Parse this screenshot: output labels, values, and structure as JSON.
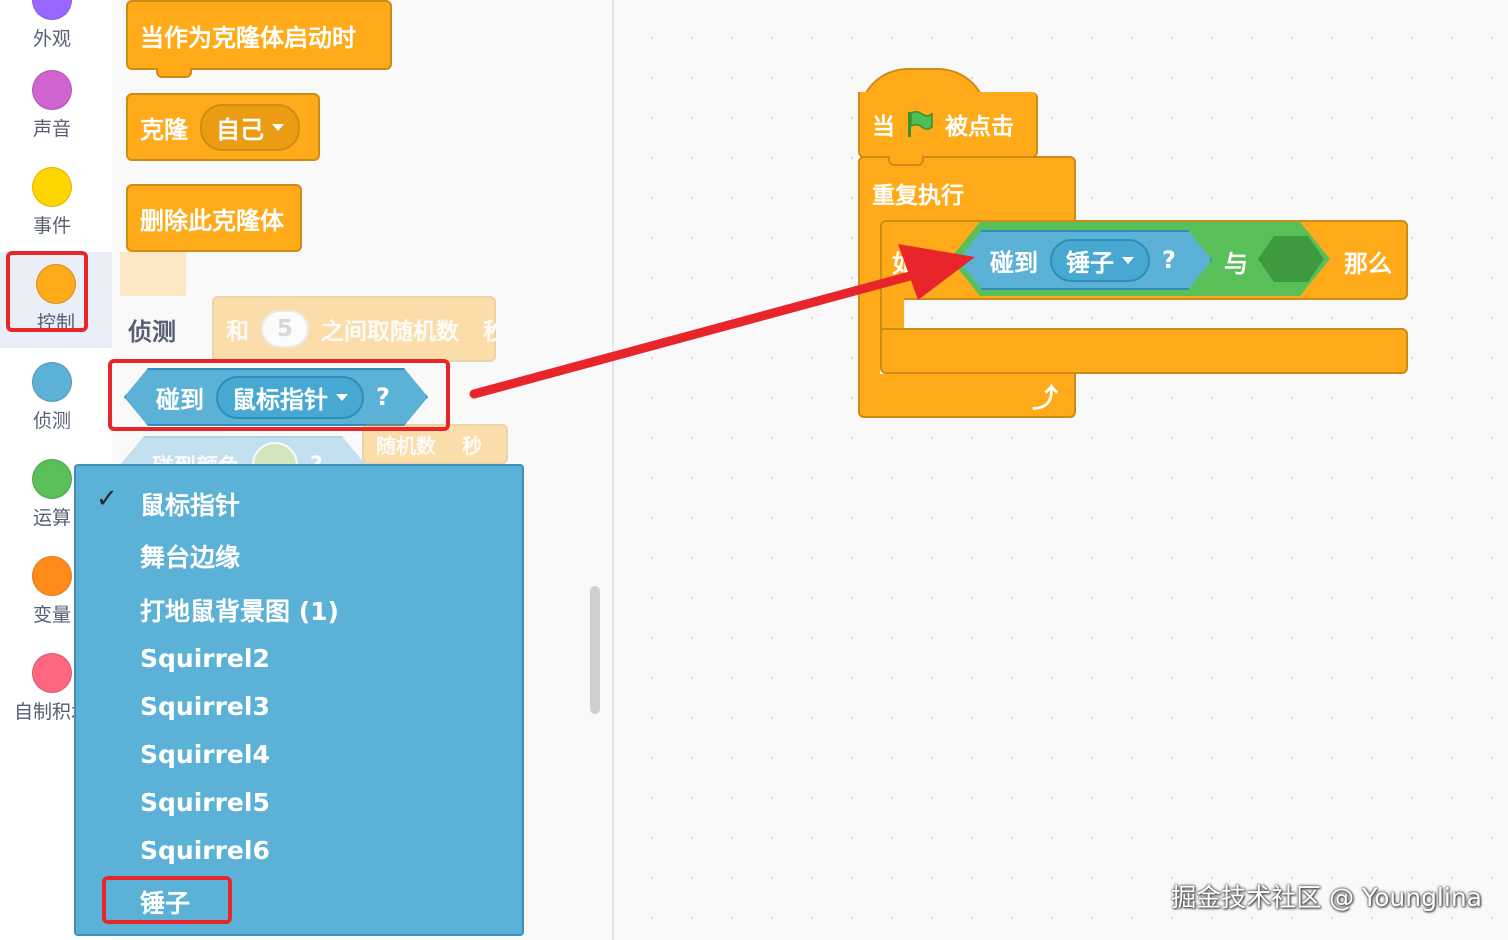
{
  "sidebar": {
    "categories": [
      {
        "label": "外观",
        "color": "#9966ff"
      },
      {
        "label": "声音",
        "color": "#cf63cf"
      },
      {
        "label": "事件",
        "color": "#ffd500"
      },
      {
        "label": "控制",
        "color": "#ffab19"
      },
      {
        "label": "侦测",
        "color": "#5cb1d6"
      },
      {
        "label": "运算",
        "color": "#59c059"
      },
      {
        "label": "变量",
        "color": "#ff8c1a"
      },
      {
        "label": "自制积木",
        "color": "#ff6680"
      }
    ],
    "selected": "控制"
  },
  "palette": {
    "clone_start_label": "当作为克隆体启动时",
    "clone_label": "克隆",
    "clone_target": "自己",
    "delete_clone_label": "删除此克隆体",
    "sensing_heading": "侦测",
    "random_and": "和",
    "random_value": "5",
    "random_text": "之间取随机数",
    "random_unit": "秒",
    "touching_label": "碰到",
    "touching_target": "鼠标指针",
    "question_mark": "?",
    "touch_color_label": "碰到颜色",
    "touch_color_q": "?",
    "random_text_2": "随机数",
    "random_unit_2": "秒"
  },
  "dropdown": {
    "selected": "鼠标指针",
    "items": [
      "鼠标指针",
      "舞台边缘",
      "打地鼠背景图 (1)",
      "Squirrel2",
      "Squirrel3",
      "Squirrel4",
      "Squirrel5",
      "Squirrel6",
      "锤子"
    ],
    "check_mark": "✓",
    "highlighted": "锤子"
  },
  "workspace": {
    "hat_when": "当",
    "hat_clicked": "被点击",
    "forever_label": "重复执行",
    "if_label": "如果",
    "touching_label": "碰到",
    "touching_target": "锤子",
    "question_mark": "?",
    "and_label": "与",
    "then_label": "那么",
    "loop_arrow": "⤴"
  },
  "watermark": "掘金技术社区 @ Younglina"
}
